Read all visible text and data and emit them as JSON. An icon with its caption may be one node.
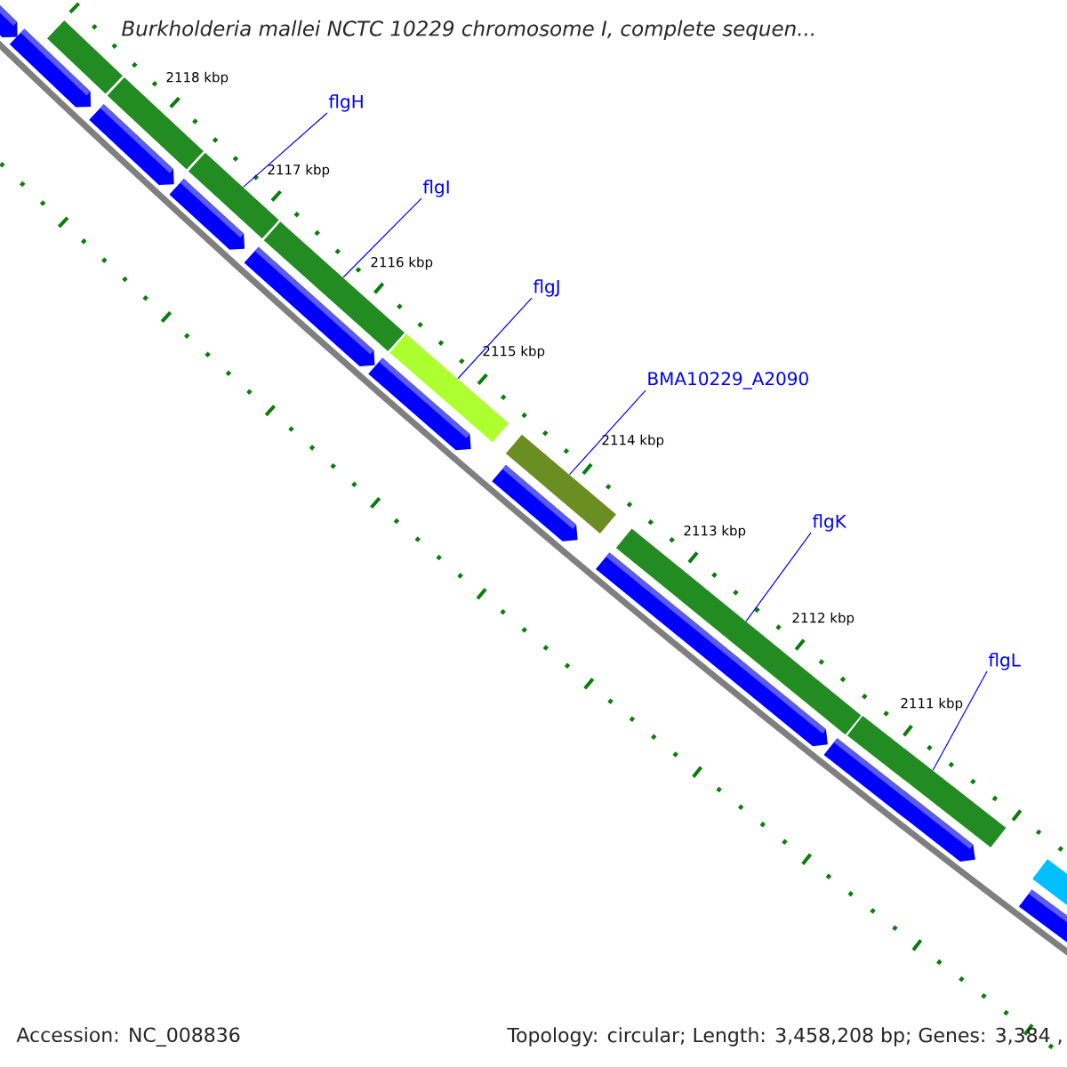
{
  "diagram": {
    "title": "Burkholderia mallei NCTC 10229 chromosome I, complete sequen...",
    "nodes": [
      {
        "text": [
          "flgH"
        ]
      },
      {
        "text": [
          "flgI"
        ]
      },
      {
        "text": [
          "flgJ"
        ]
      },
      {
        "text": [
          "BMA10229_A2090"
        ]
      },
      {
        "text": [
          "flgK"
        ]
      },
      {
        "text": [
          "flgL"
        ]
      },
      {
        "text": [],
        "shape": "bar"
      },
      {
        "text": [],
        "shape": "bar"
      },
      {
        "text": [],
        "shape": "bar"
      },
      {
        "text": [],
        "shape": "bar"
      },
      {
        "text": [],
        "shape": "bar"
      },
      {
        "text": [],
        "shape": "bar"
      },
      {
        "text": [],
        "shape": "bar"
      },
      {
        "text": [],
        "shape": "bar"
      },
      {
        "text": [],
        "shape": "bar"
      }
    ],
    "edges": [
      {
        "from": 0,
        "to": 8,
        "arrow": "none"
      },
      {
        "from": 1,
        "to": 9,
        "arrow": "none"
      },
      {
        "from": 2,
        "to": 10,
        "arrow": "none"
      },
      {
        "from": 3,
        "to": 11,
        "arrow": "none"
      },
      {
        "from": 4,
        "to": 12,
        "arrow": "none"
      },
      {
        "from": 5,
        "to": 13,
        "arrow": "none"
      }
    ],
    "labels": [
      "2118 kbp",
      "2117 kbp",
      "2116 kbp",
      "2115 kbp",
      "2114 kbp",
      "2113 kbp",
      "2112 kbp",
      "2111 kbp",
      "Accession: NC_008836",
      "Topology: circular; Length: 3,458,208 bp; Genes: 3,384 ,"
    ]
  }
}
